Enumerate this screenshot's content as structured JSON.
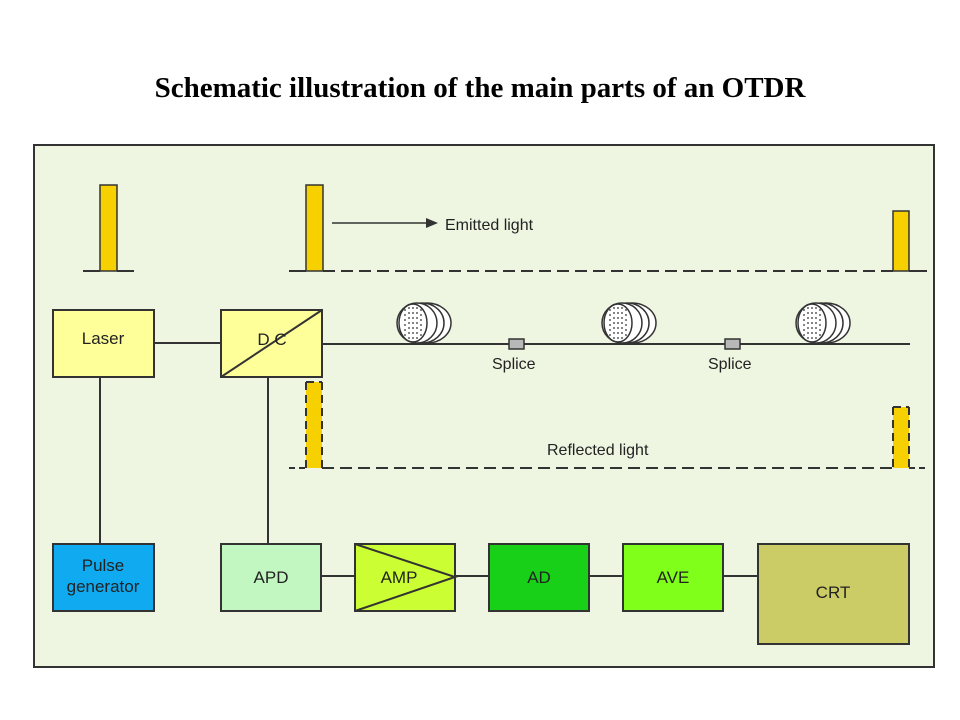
{
  "title": "Schematic illustration of the main parts of an OTDR",
  "labels": {
    "emitted": "Emitted light",
    "reflected": "Reflected light",
    "splice1": "Splice",
    "splice2": "Splice"
  },
  "blocks": {
    "laser": "Laser",
    "dc": "D C",
    "pulse_line1": "Pulse",
    "pulse_line2": "generator",
    "apd": "APD",
    "amp": "AMP",
    "ad": "AD",
    "ave": "AVE",
    "crt": "CRT"
  },
  "colors": {
    "panel_bg": "#eef6e2",
    "pulse": "#f7d000",
    "laser": "#ffff99",
    "dc": "#ffff99",
    "pulse_generator": "#10aaf0",
    "apd": "#c2f7c2",
    "amp": "#ccff33",
    "ad": "#18d018",
    "ave": "#80ff1a",
    "crt": "#cccc66"
  }
}
